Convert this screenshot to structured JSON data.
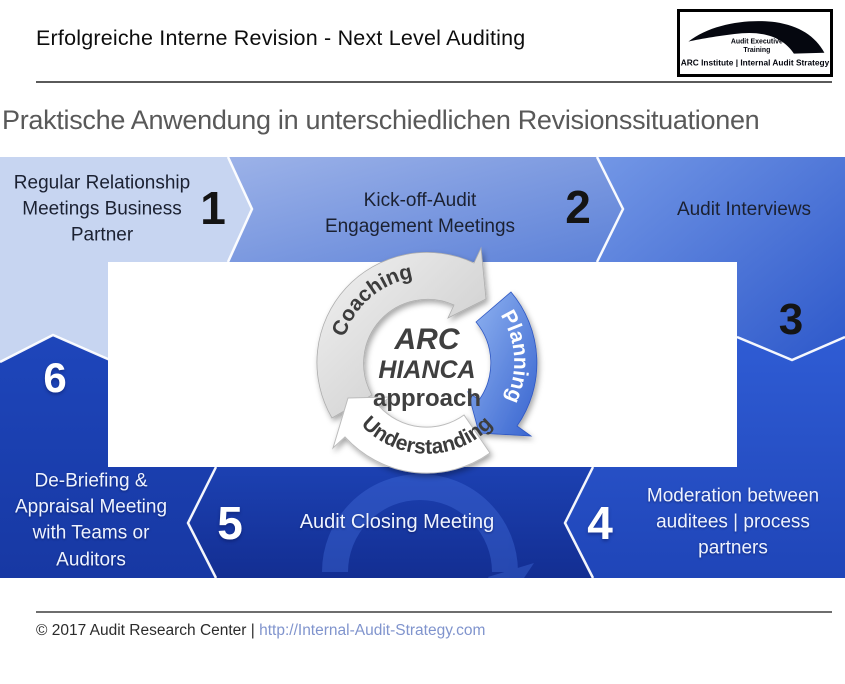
{
  "header": {
    "title": "Erfolgreiche Interne Revision - Next Level Auditing",
    "logo": {
      "line1": "Audit Executive",
      "line2": "Training",
      "line3": "ARC Institute | Internal Audit Strategy"
    }
  },
  "slide_title": "Praktische Anwendung in unterschiedlichen Revisionssituationen",
  "diagram": {
    "steps": [
      {
        "number": "1",
        "label": "Regular Relationship Meetings Business Partner"
      },
      {
        "number": "2",
        "label": "Kick-off-Audit Engagement Meetings"
      },
      {
        "number": "3",
        "label": "Audit Interviews"
      },
      {
        "number": "4",
        "label": "Moderation between auditees | process partners"
      },
      {
        "number": "5",
        "label": "Audit Closing Meeting"
      },
      {
        "number": "6",
        "label": "De-Briefing & Appraisal Meeting with Teams or Auditors"
      }
    ],
    "cycle": {
      "segments": [
        "Coaching",
        "Planning",
        "Understanding"
      ],
      "center": {
        "line1": "ARC",
        "line2": "HIANCA",
        "line3": "approach"
      }
    },
    "colors": {
      "step1_light_blue": "#c7d5f1",
      "step2_blue": "#5c81d8",
      "step3_blue": "#2d58ca",
      "step4_blue": "#2148c0",
      "step5_dark_blue": "#16379f",
      "step6_dark_blue": "#1738a3",
      "planning_arrow": "#3763cf",
      "coaching_arrow": "#d9d9d9",
      "understanding_arrow": "#ffffff"
    }
  },
  "footer": {
    "copyright": "© 2017 Audit Research Center | ",
    "link": "http://Internal-Audit-Strategy.com"
  }
}
